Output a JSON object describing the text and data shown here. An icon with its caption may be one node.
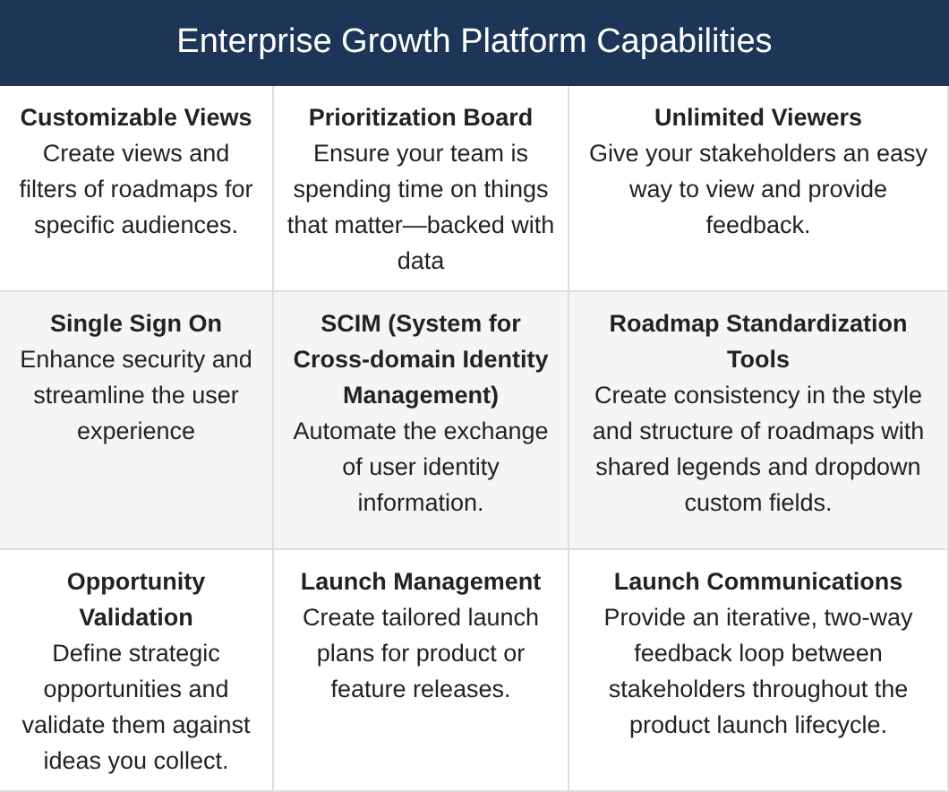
{
  "diagram": {
    "title": "Enterprise Growth Platform Capabilities",
    "labels": [
      "Customizable Views",
      "Create views and filters of roadmaps for specific audiences.",
      "Prioritization Board",
      "Ensure your team is spending time on things that matter—backed with data",
      "Unlimited Viewers",
      "Give your stakeholders an easy way to view and provide feedback.",
      "Single Sign On",
      "Enhance security and streamline the user experience",
      "SCIM (System for Cross-domain Identity Management)",
      "Automate the exchange of user identity information.",
      "Roadmap Standardization Tools",
      "Create consistency in the style and structure of roadmaps with shared legends and dropdown custom fields.",
      "Opportunity Validation",
      "Define strategic opportunities and validate them against ideas you collect.",
      "Launch Management",
      "Create tailored launch plans for product or feature releases.",
      "Launch Communications",
      "Provide an iterative, two-way feedback loop between stakeholders throughout the product launch lifecycle."
    ]
  }
}
